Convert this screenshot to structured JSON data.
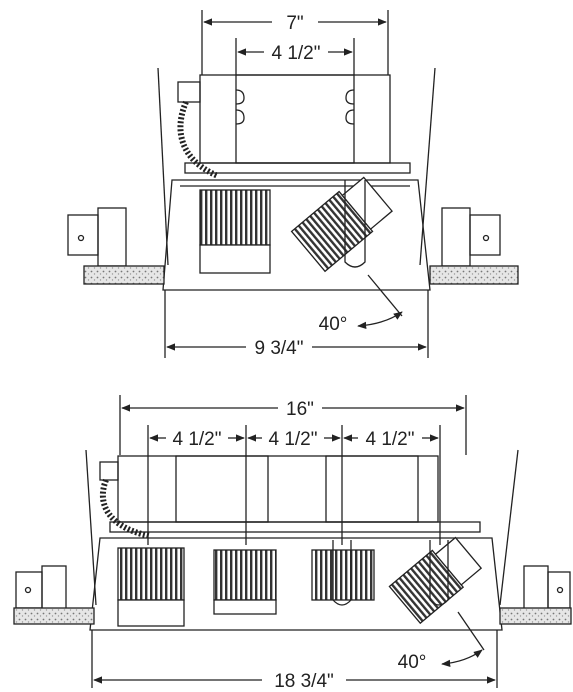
{
  "top_figure": {
    "dims": {
      "housing_width": "7\"",
      "driver_width": "4 1/2\"",
      "cutout_width": "9 3/4\""
    },
    "tilt_angle": "40°"
  },
  "bottom_figure": {
    "dims": {
      "housing_width": "16\"",
      "driver_spacing_1": "4 1/2\"",
      "driver_spacing_2": "4 1/2\"",
      "driver_spacing_3": "4 1/2\"",
      "cutout_width": "18 3/4\""
    },
    "tilt_angle": "40°"
  },
  "colors": {
    "line": "#222222",
    "ceiling": "#cfcfcf"
  }
}
